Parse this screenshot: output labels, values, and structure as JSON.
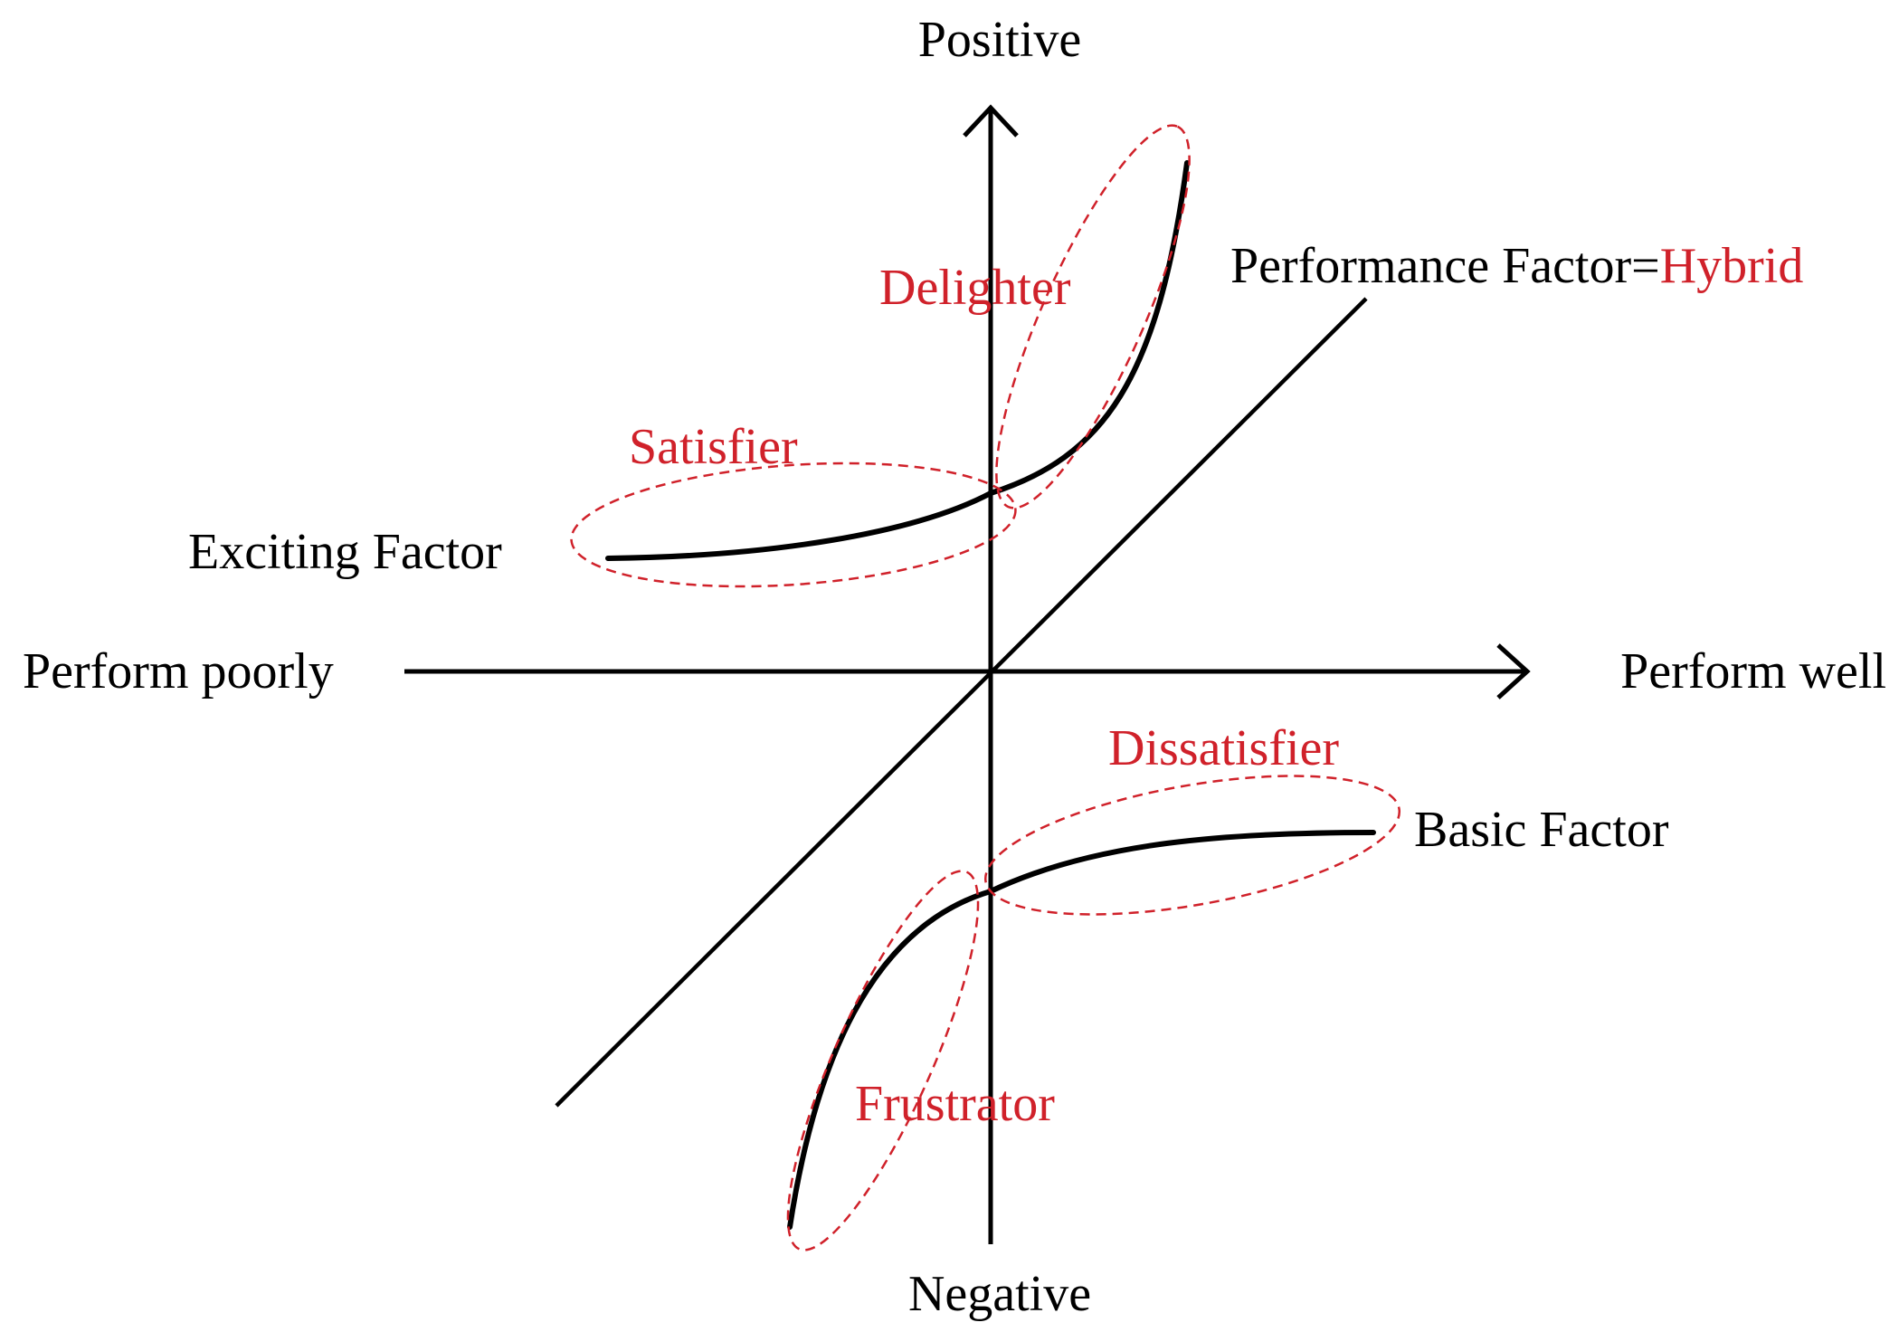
{
  "axes": {
    "positive": "Positive",
    "negative": "Negative",
    "perform_poorly": "Perform poorly",
    "perform_well": "Perform well"
  },
  "factors": {
    "performance": "Performance Factor=",
    "performance_hybrid": "Hybrid",
    "exciting": "Exciting Factor",
    "basic": "Basic Factor"
  },
  "regions": {
    "delighter": "Delighter",
    "satisfier": "Satisfier",
    "dissatisfier": "Dissatisfier",
    "frustrator": "Frustrator"
  },
  "colors": {
    "line": "#000000",
    "accent": "#d0212a"
  }
}
